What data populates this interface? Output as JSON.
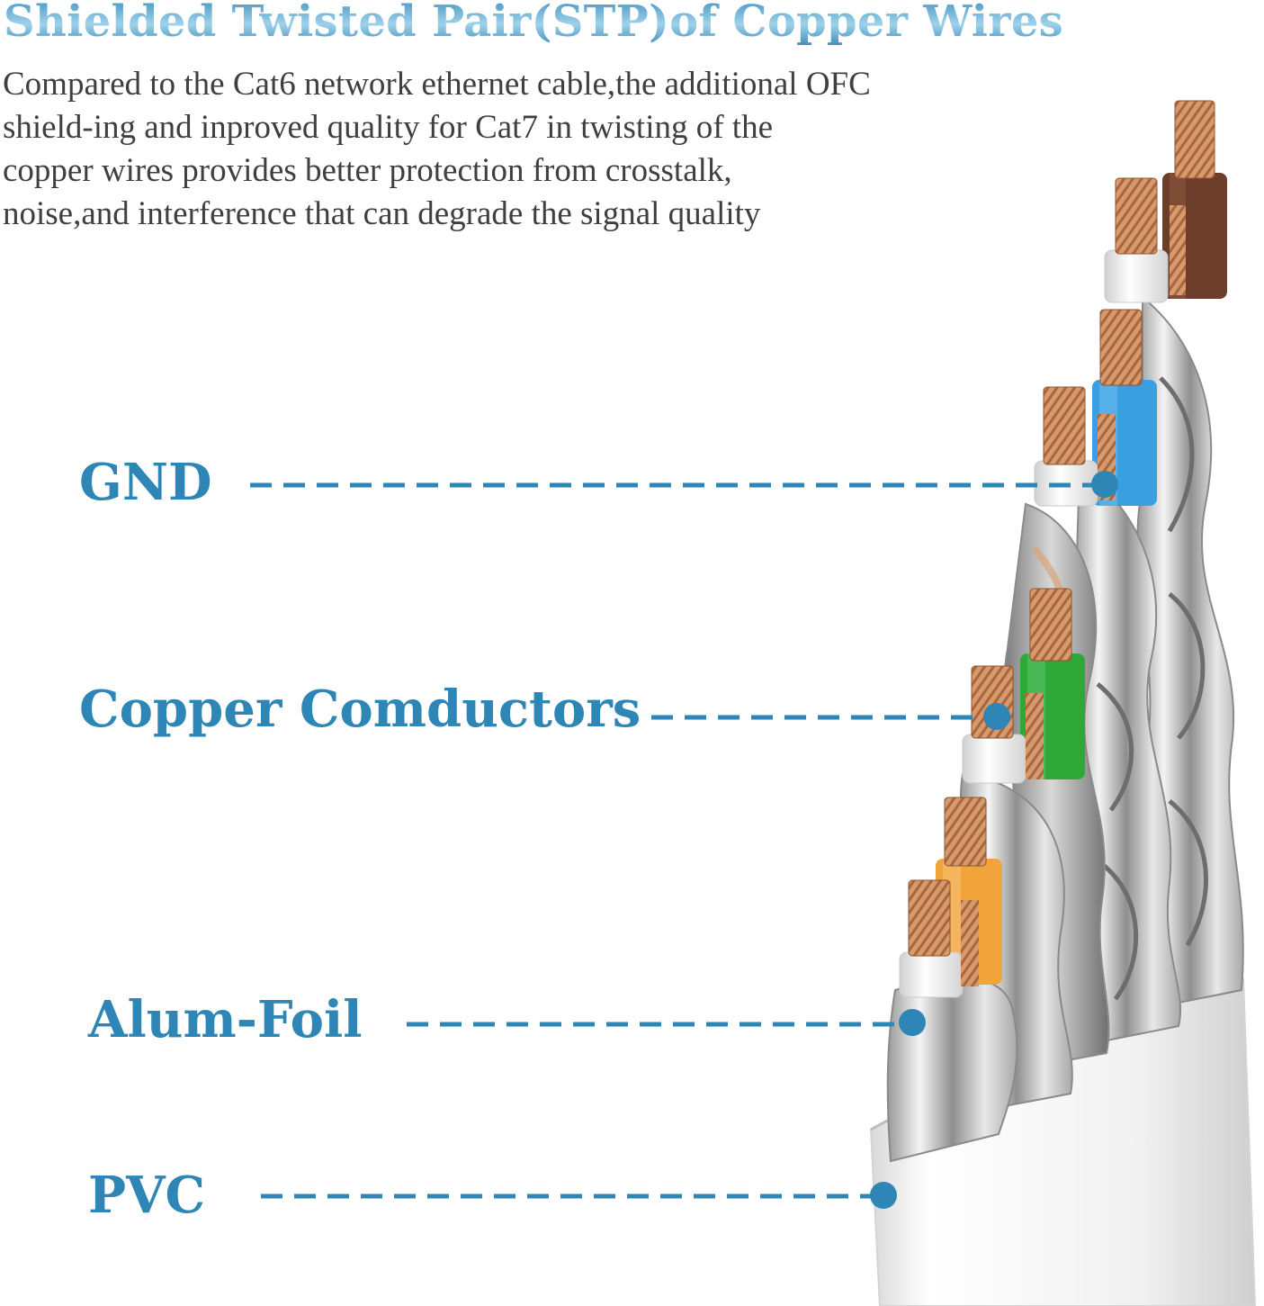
{
  "title": "Shielded Twisted Pair(STP)of Copper Wires",
  "description": [
    "Compared to the Cat6 network ethernet cable,the additional OFC",
    "shield-ing and inproved quality for Cat7 in twisting of the",
    "copper wires provides better protection from crosstalk,",
    "noise,and interference that can degrade the signal quality"
  ],
  "labels": {
    "gnd": "GND",
    "copper": "Copper Comductors",
    "foil": "Alum-Foil",
    "pvc": "PVC"
  },
  "colors": {
    "accent": "#2e86b6",
    "brown": "#6b3d2a",
    "blue": "#3a9fe0",
    "green": "#2fa83a",
    "orange": "#f0a43a",
    "copper": "#c98a5e"
  }
}
